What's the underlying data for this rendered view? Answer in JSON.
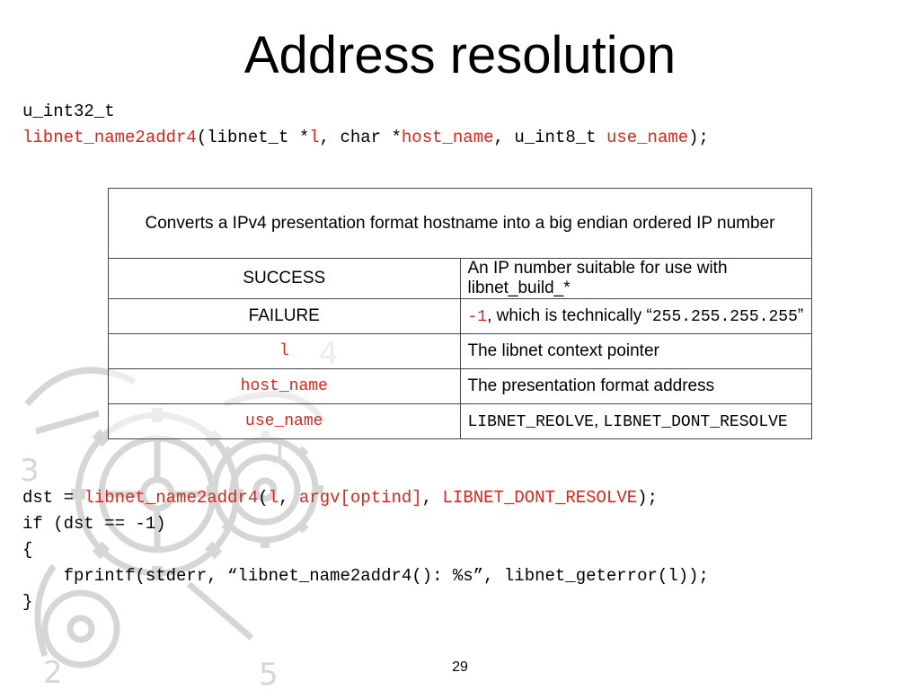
{
  "slide": {
    "title": "Address resolution",
    "page_number": "29"
  },
  "signature": {
    "return_type": "u_int32_t",
    "func": "libnet_name2addr4",
    "p_open": "(libnet_t *",
    "arg_l": "l",
    "p_mid1": ", char *",
    "arg_host_name": "host_name",
    "p_mid2": ", u_int8_t ",
    "arg_use_name": "use_name",
    "p_close": ");"
  },
  "table": {
    "description": "Converts a IPv4 presentation format hostname into a big endian ordered IP number",
    "rows": [
      {
        "key": "SUCCESS",
        "value": "An IP number suitable for use with libnet_build_*"
      },
      {
        "key": "FAILURE",
        "value_code": "-1",
        "value_text": ", which is technically ",
        "value_q1": "“",
        "value_code2": "255.255.255.255",
        "value_q2": "”"
      },
      {
        "key": "l",
        "value": "The libnet context pointer"
      },
      {
        "key": "host_name",
        "value": "The presentation format address"
      },
      {
        "key": "use_name",
        "value_code": "LIBNET_REOLVE",
        "value_sep": ", ",
        "value_code2": "LIBNET_DONT_RESOLVE"
      }
    ]
  },
  "example": {
    "l1_a": "dst = ",
    "l1_func": "libnet_name2addr4",
    "l1_b": "(",
    "l1_arg1": "l",
    "l1_c": ", ",
    "l1_arg2": "argv[optind]",
    "l1_d": ", ",
    "l1_arg3": "LIBNET_DONT_RESOLVE",
    "l1_e": ");",
    "l2": "if (dst == -1)",
    "l3": "{",
    "l4": "    fprintf(stderr, “libnet_name2addr4(): %s”, libnet_geterror(l));",
    "l5": "}"
  },
  "watermark": {
    "digits": [
      "4",
      "1",
      "3",
      "2",
      "5"
    ]
  }
}
